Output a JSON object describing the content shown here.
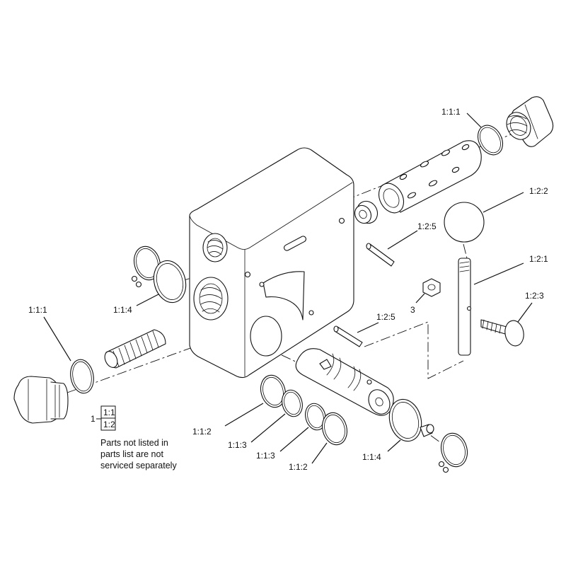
{
  "callouts": {
    "c111_top": "1:1:1",
    "c122": "1:2:2",
    "c125_top": "1:2:5",
    "c121": "1:2:1",
    "c123": "1:2:3",
    "c3": "3",
    "c125_mid": "1:2:5",
    "c114_left": "1:1:4",
    "c111_left": "1:1:1",
    "c112_left": "1:1:2",
    "c113_a": "1:1:3",
    "c113_b": "1:1:3",
    "c112_bottom": "1:1:2",
    "c114_right": "1:1:4"
  },
  "legend": {
    "root": "1",
    "child_a": "1:1",
    "child_b": "1:2"
  },
  "note": {
    "line1": "Parts not listed in",
    "line2": "parts list are not",
    "line3": "serviced separately"
  }
}
